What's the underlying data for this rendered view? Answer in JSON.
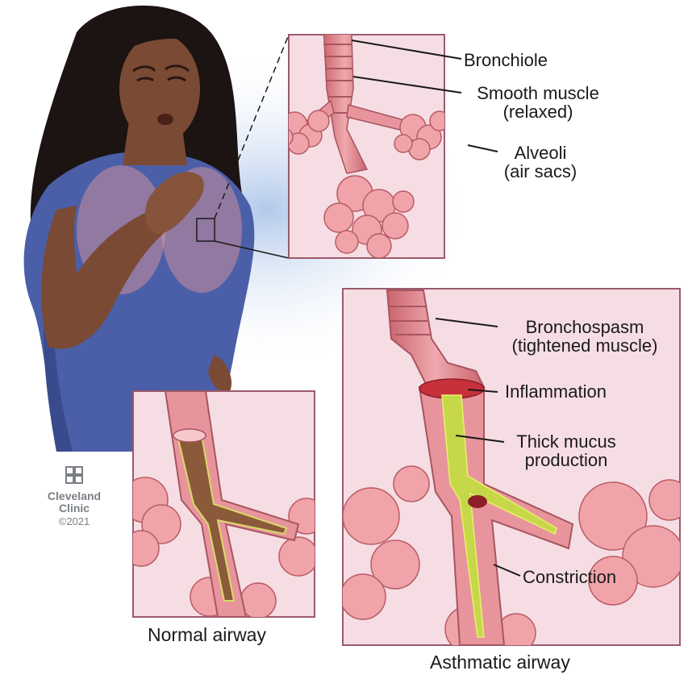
{
  "colors": {
    "panel_fill": "#f6dde4",
    "panel_border": "#9b5a6c",
    "tissue": "#e8949c",
    "tissue_dark": "#b85b64",
    "mucus": "#c6d84a",
    "inflammation": "#c8303a",
    "shirt": "#4b5fa8",
    "skin": "#7a4a34",
    "hair": "#1b1412"
  },
  "labels": {
    "bronchiole": "Bronchiole",
    "smooth_muscle_1": "Smooth muscle",
    "smooth_muscle_2": "(relaxed)",
    "alveoli_1": "Alveoli",
    "alveoli_2": "(air sacs)",
    "bronchospasm_1": "Bronchospasm",
    "bronchospasm_2": "(tightened muscle)",
    "inflammation": "Inflammation",
    "mucus_1": "Thick mucus",
    "mucus_2": "production",
    "constriction": "Constriction"
  },
  "captions": {
    "normal": "Normal airway",
    "asthmatic": "Asthmatic airway"
  },
  "logo": {
    "line1": "Cleveland",
    "line2": "Clinic",
    "line3": "©2021"
  }
}
